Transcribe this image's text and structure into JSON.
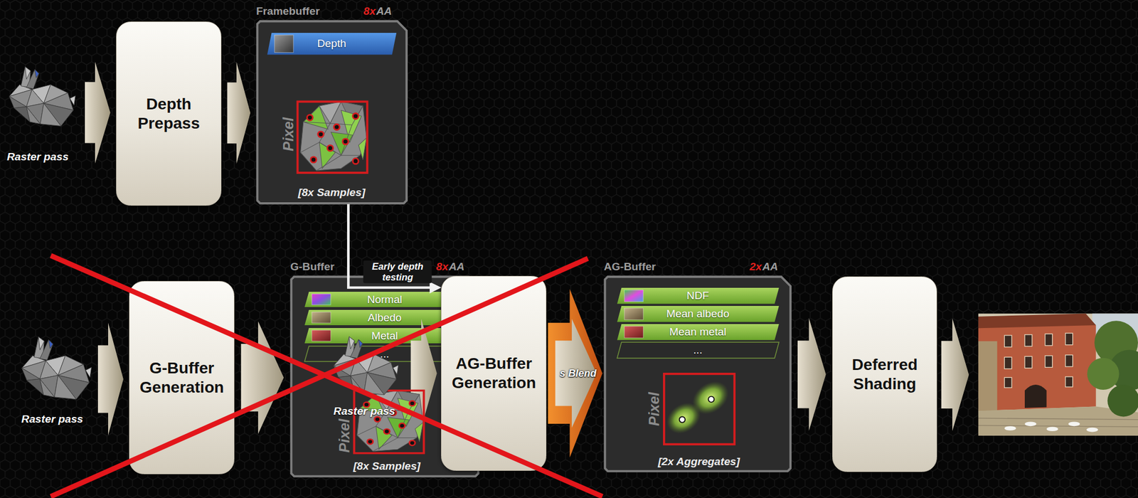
{
  "diagram": {
    "nodes": [
      {
        "text": [
          "Depth Prepass"
        ]
      },
      {
        "text": [
          "Framebuffer",
          "8x",
          "AA",
          "Pixel",
          "[8x Samples]"
        ]
      },
      {
        "text": [
          "Depth"
        ],
        "in": 1
      },
      {
        "text": [
          "G-Buffer Generation"
        ]
      },
      {
        "text": [
          "G-Buffer",
          "8x",
          "AA",
          "Pixel",
          "[8x Samples]"
        ]
      },
      {
        "text": [
          "Normal"
        ],
        "in": 4
      },
      {
        "text": [
          "Albedo"
        ],
        "in": 4
      },
      {
        "text": [
          "Metal"
        ],
        "in": 4
      },
      {
        "text": [
          "..."
        ],
        "in": 4
      },
      {
        "text": [
          "AG-Buffer Generation"
        ]
      },
      {
        "text": [
          "AG-Buffer",
          "2x",
          "AA",
          "Pixel",
          "[2x Aggregates]"
        ]
      },
      {
        "text": [
          "NDF"
        ],
        "in": 10
      },
      {
        "text": [
          "Mean albedo"
        ],
        "in": 10
      },
      {
        "text": [
          "Mean metal"
        ],
        "in": 10
      },
      {
        "text": [
          "..."
        ],
        "in": 10
      },
      {
        "text": [
          "Deferred Shading"
        ]
      }
    ],
    "edges": [
      {
        "from": 0,
        "to": 1,
        "arrow": "to"
      },
      {
        "from": 3,
        "to": 4,
        "arrow": "to"
      },
      {
        "from": 4,
        "to": 9,
        "arrow": "to"
      },
      {
        "from": 9,
        "to": 10,
        "arrow": "to",
        "label": "s Blend"
      },
      {
        "from": 10,
        "to": 15,
        "arrow": "to"
      },
      {
        "from": 1,
        "to": 9,
        "arrow": "to",
        "label": "Early depth testing"
      }
    ],
    "labels": [
      "Raster pass",
      "Raster pass",
      "Raster pass"
    ]
  }
}
